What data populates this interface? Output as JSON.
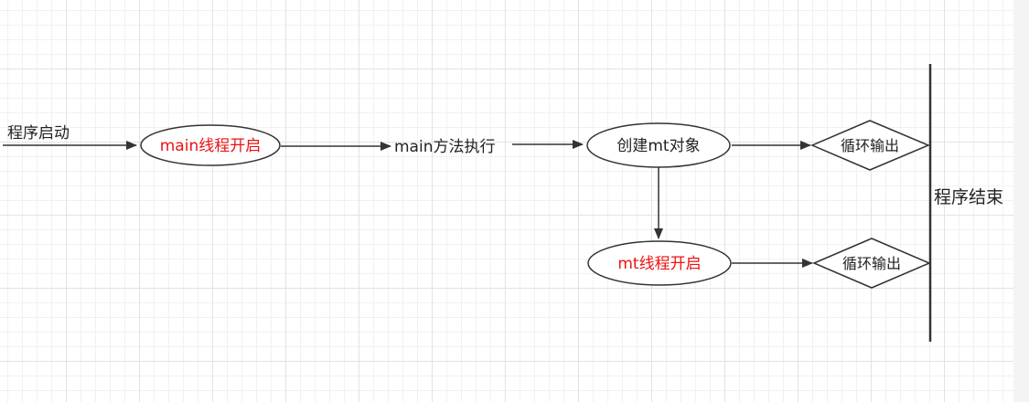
{
  "colors": {
    "stroke": "#333333",
    "text": "#222222",
    "highlight_text": "#ee1111",
    "node_fill": "#ffffff"
  },
  "labels": {
    "start": "程序启动",
    "main_method": "main方法执行",
    "end": "程序结束"
  },
  "nodes": {
    "main_thread": "main线程开启",
    "create_mt": "创建mt对象",
    "mt_thread": "mt线程开启",
    "loop_top": "循环输出",
    "loop_bottom": "循环输出"
  }
}
